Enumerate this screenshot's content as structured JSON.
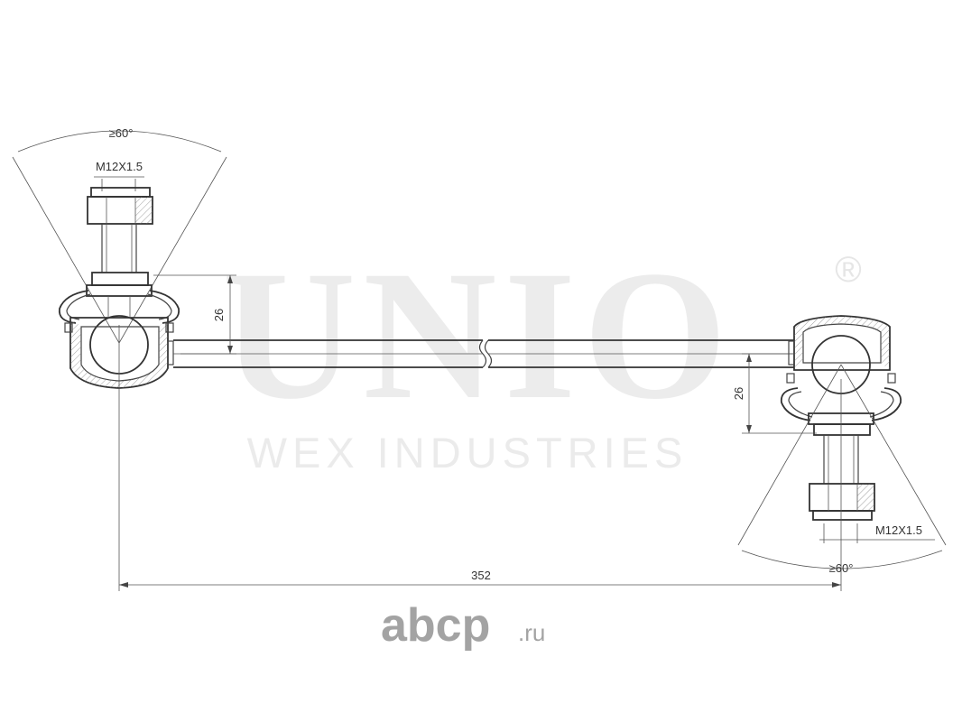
{
  "watermark": {
    "brand": "UNIO",
    "registered": "®",
    "subtitle": "WEX INDUSTRIES"
  },
  "dimensions": {
    "angle_left": "≥60°",
    "thread_left": "M12X1.5",
    "offset_left": "26",
    "angle_right": "≥60°",
    "thread_right": "M12X1.5",
    "offset_right": "26",
    "length": "352"
  },
  "footer_logo": {
    "name": "abcp",
    "tld": ".ru"
  }
}
